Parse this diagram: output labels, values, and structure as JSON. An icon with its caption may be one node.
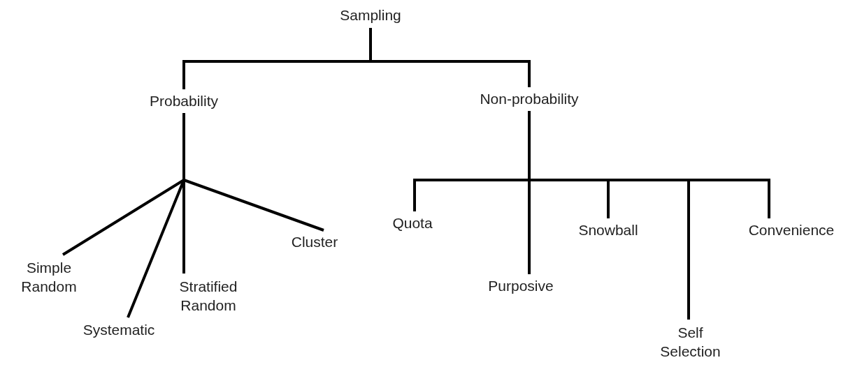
{
  "diagram": {
    "nodes": [
      {
        "text": [
          "Sampling"
        ]
      },
      {
        "text": [
          "Probability"
        ]
      },
      {
        "text": [
          "Non-probability"
        ]
      },
      {
        "text": [
          "Simple Random"
        ]
      },
      {
        "text": [
          "Systematic"
        ]
      },
      {
        "text": [
          "Stratified Random"
        ]
      },
      {
        "text": [
          "Cluster"
        ]
      },
      {
        "text": [
          "Quota"
        ]
      },
      {
        "text": [
          "Purposive"
        ]
      },
      {
        "text": [
          "Snowball"
        ]
      },
      {
        "text": [
          "Self Selection"
        ]
      },
      {
        "text": [
          "Convenience"
        ]
      }
    ],
    "edges": [
      {
        "from": 0,
        "to": 1,
        "arrow": "none"
      },
      {
        "from": 0,
        "to": 2,
        "arrow": "none"
      },
      {
        "from": 1,
        "to": 3,
        "arrow": "none"
      },
      {
        "from": 1,
        "to": 4,
        "arrow": "none"
      },
      {
        "from": 1,
        "to": 5,
        "arrow": "none"
      },
      {
        "from": 1,
        "to": 6,
        "arrow": "none"
      },
      {
        "from": 2,
        "to": 7,
        "arrow": "none"
      },
      {
        "from": 2,
        "to": 8,
        "arrow": "none"
      },
      {
        "from": 2,
        "to": 9,
        "arrow": "none"
      },
      {
        "from": 2,
        "to": 10,
        "arrow": "none"
      },
      {
        "from": 2,
        "to": 11,
        "arrow": "none"
      }
    ]
  }
}
